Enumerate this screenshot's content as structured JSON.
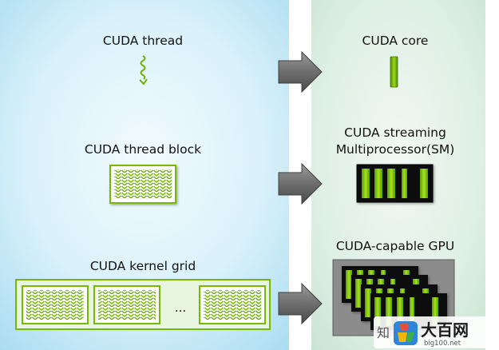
{
  "software_panel": {
    "thread": "CUDA thread",
    "block": "CUDA thread block",
    "grid": "CUDA kernel grid",
    "ellipsis": "..."
  },
  "hardware_panel": {
    "core": "CUDA core",
    "sm_line1": "CUDA streaming",
    "sm_line2": "Multiprocessor(SM)",
    "gpu": "CUDA-capable GPU"
  },
  "watermark": {
    "left_char": "知",
    "big_text": "大百网",
    "small_text": "big100.net"
  },
  "colors": {
    "left_bg": "#bfe6f5",
    "right_bg": "#d6ecde",
    "accent_green": "#76b900",
    "arrow": "#6b6b6b",
    "sm_dark": "#111111"
  }
}
